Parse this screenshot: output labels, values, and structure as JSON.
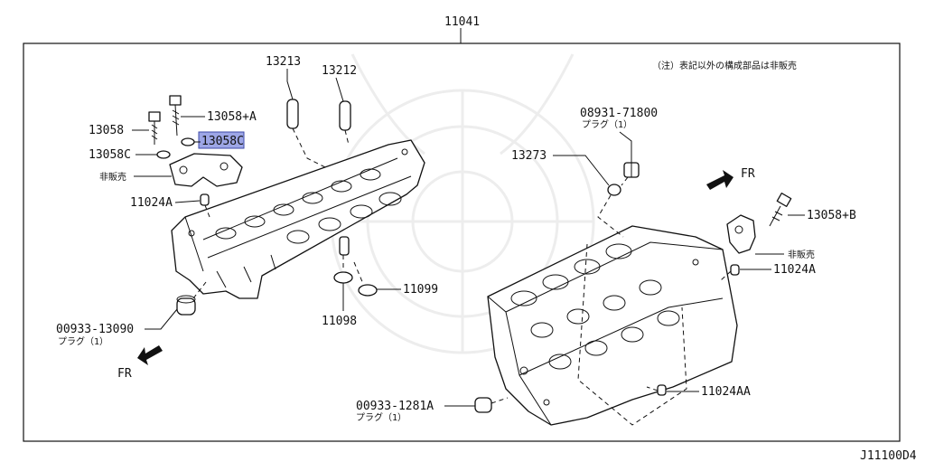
{
  "diagram": {
    "assembly_number": "11041",
    "note": "（注）表記以外の構成部品は非販売",
    "diagram_code": "J11100D4",
    "direction_label": "FR",
    "highlight_color": "#9da6e6",
    "parts": {
      "p13213": "13213",
      "p13212": "13212",
      "p13058_plus_a": "13058+A",
      "p13058": "13058",
      "p13058c_left": "13058C",
      "p13058c_highlight": "13058C",
      "not_sold_left": "非販売",
      "p11024a_left": "11024A",
      "p00933_13090": "00933-13090",
      "plug_left": "プラグ（1）",
      "p11098": "11098",
      "p11099": "11099",
      "p08931_71800": "08931-71800",
      "plug_top": "プラグ（1）",
      "p13273": "13273",
      "p13058_plus_b": "13058+B",
      "not_sold_right": "非販売",
      "p11024a_right": "11024A",
      "p11024aa": "11024AA",
      "p00933_1281a": "00933-1281A",
      "plug_bottom": "プラグ（1）"
    }
  }
}
